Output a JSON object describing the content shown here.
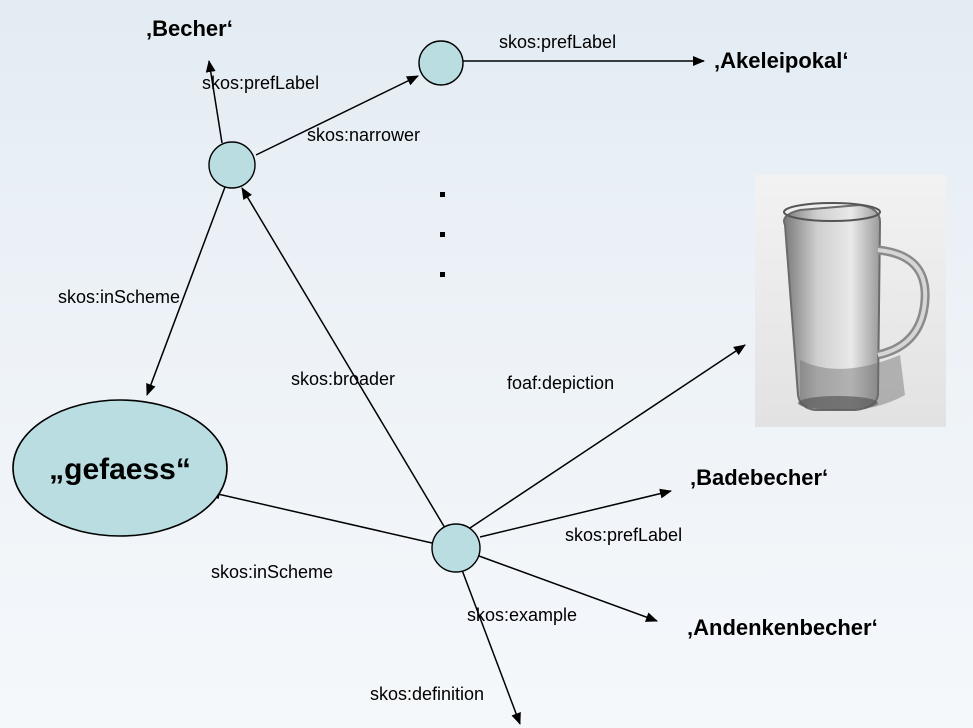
{
  "literals": {
    "becher": "‚Becher‘",
    "akeleipokal": "‚Akeleipokal‘",
    "badebecher": "‚Badebecher‘",
    "andenkenbecher": "‚Andenkenbecher‘"
  },
  "scheme": {
    "label": "„gefaess“"
  },
  "edges": {
    "becher_preflabel": "skos:prefLabel",
    "narrower_preflabel": "skos:prefLabel",
    "narrower": "skos:narrower",
    "inscheme_top": "skos:inScheme",
    "broader": "skos:broader",
    "depiction": "foaf:depiction",
    "badebecher_preflabel": "skos:prefLabel",
    "inscheme_bottom": "skos:inScheme",
    "example": "skos:example",
    "definition": "skos:definition"
  },
  "image": {
    "description_icon": "glass-mug-photo"
  },
  "colors": {
    "node_fill": "#b9dde0",
    "background": "#e8eff5"
  }
}
